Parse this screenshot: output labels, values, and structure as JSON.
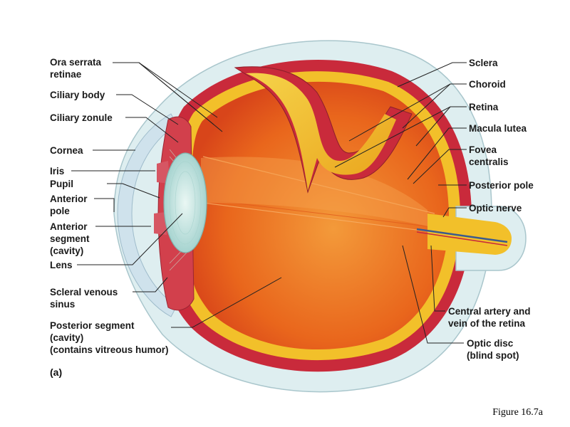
{
  "labels": {
    "ora_serrata": [
      "Ora serrata",
      "retinae"
    ],
    "ciliary_body": "Ciliary body",
    "ciliary_zonule": "Ciliary zonule",
    "cornea": "Cornea",
    "iris": "Iris",
    "pupil": "Pupil",
    "anterior_pole": [
      "Anterior",
      "pole"
    ],
    "anterior_segment": [
      "Anterior",
      "segment",
      "(cavity)"
    ],
    "lens": "Lens",
    "scleral_venous_sinus": [
      "Scleral venous",
      "sinus"
    ],
    "posterior_segment": [
      "Posterior segment",
      "(cavity)",
      "(contains vitreous humor)"
    ],
    "sclera": "Sclera",
    "choroid": "Choroid",
    "retina": "Retina",
    "macula_lutea": "Macula lutea",
    "fovea_centralis": [
      "Fovea",
      "centralis"
    ],
    "posterior_pole": "Posterior pole",
    "optic_nerve": "Optic nerve",
    "central_artery": [
      "Central artery and",
      "vein of the retina"
    ],
    "optic_disc": [
      "Optic disc",
      "(blind spot)"
    ]
  },
  "panel_label": "(a)",
  "caption": "Figure 16.7a",
  "colors": {
    "sclera": "#dfeef0",
    "cornea": "#cfe3ee",
    "choroid": "#c9283a",
    "retina": "#f2c02a",
    "vitreous": "#ec7a1e",
    "lens": "#bfe3e0"
  }
}
